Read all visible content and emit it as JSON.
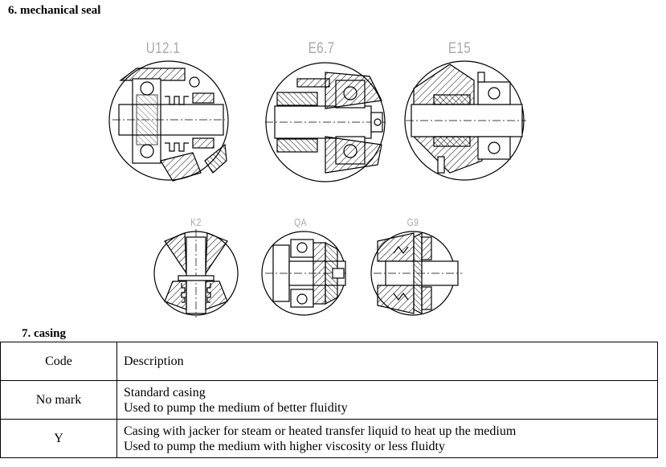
{
  "section6": {
    "title": "6. mechanical seal"
  },
  "seals": [
    {
      "code": "U12.1"
    },
    {
      "code": "E6.7"
    },
    {
      "code": "E15"
    },
    {
      "code": "K2"
    },
    {
      "code": "QA"
    },
    {
      "code": "G9"
    }
  ],
  "section7": {
    "title": "7. casing",
    "table": {
      "headers": {
        "code": "Code",
        "description": "Description"
      },
      "rows": [
        {
          "code": "No mark",
          "line1": "Standard casing",
          "line2": "Used to pump the medium of better fluidity"
        },
        {
          "code": "Y",
          "line1": "Casing with jacker for steam or heated transfer liquid to heat up the medium",
          "line2": "Used to pump the medium with higher viscosity or less fluidty"
        }
      ]
    }
  },
  "colors": {
    "caption": "#a9a9a9",
    "line": "#000000"
  },
  "icons": [
    "seal-drawing-icon"
  ]
}
